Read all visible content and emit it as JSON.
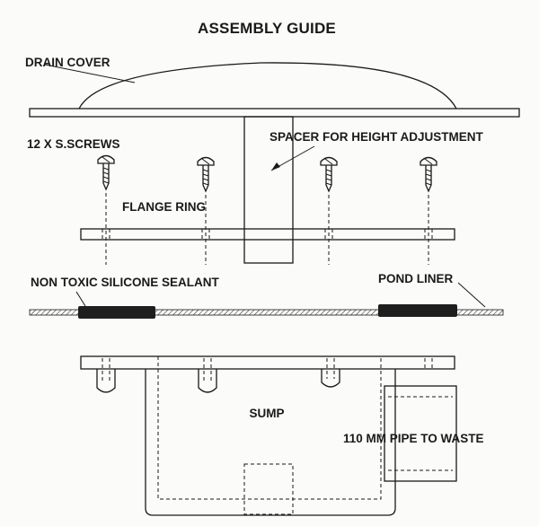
{
  "title": "ASSEMBLY GUIDE",
  "labels": {
    "drain_cover": "DRAIN COVER",
    "screws": "12 X S.SCREWS",
    "spacer": "SPACER FOR HEIGHT ADJUSTMENT",
    "flange_ring": "FLANGE RING",
    "sealant": "NON TOXIC SILICONE SEALANT",
    "pond_liner": "POND LINER",
    "sump": "SUMP",
    "pipe": "110 MM PIPE TO WASTE"
  },
  "colors": {
    "ink": "#1a1a1a",
    "sealant": "#1e1e1e",
    "background": "#fbfbf9"
  }
}
